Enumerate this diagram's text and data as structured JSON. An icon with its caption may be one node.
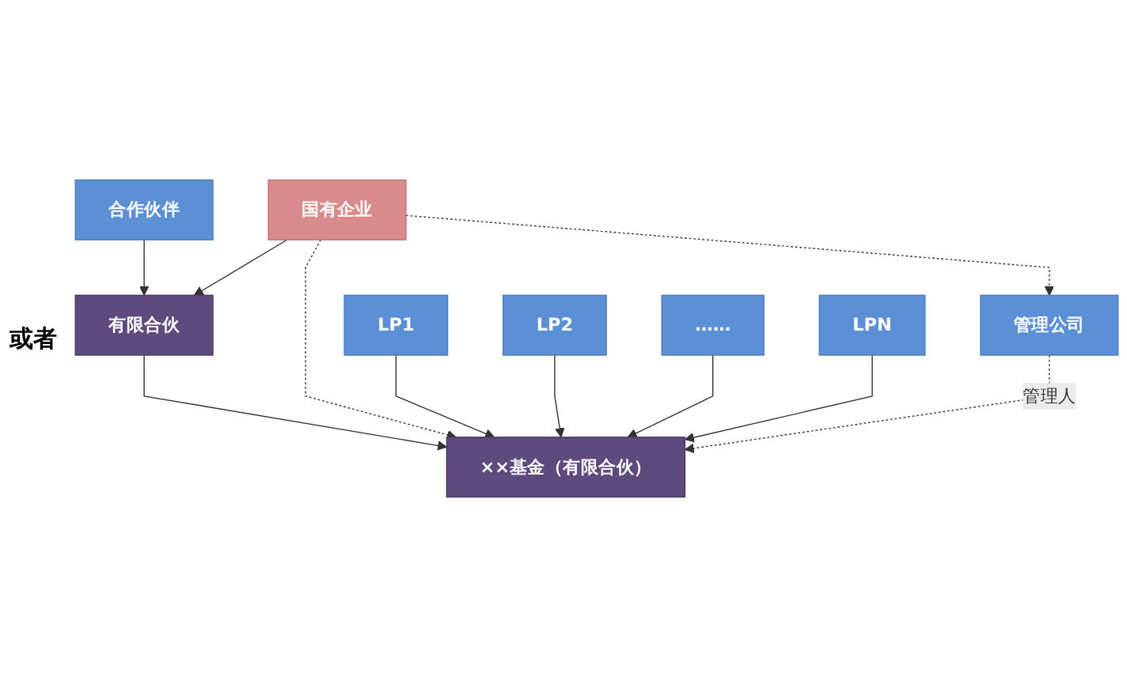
{
  "diagram": {
    "nodes": [
      {
        "text": [
          "国有企业"
        ]
      },
      {
        "text": [
          "合作伙伴"
        ]
      },
      {
        "text": [
          "有限合伙"
        ]
      },
      {
        "text": [
          "LP1"
        ]
      },
      {
        "text": [
          "LP2"
        ]
      },
      {
        "text": [
          "……"
        ]
      },
      {
        "text": [
          "LPN"
        ]
      },
      {
        "text": [
          "管理公司"
        ]
      },
      {
        "text": [
          "××基金（有限合伙）"
        ]
      }
    ],
    "edges": [
      {
        "from": 0,
        "to": 2,
        "arrow": "to"
      },
      {
        "from": 1,
        "to": 2,
        "arrow": "to"
      },
      {
        "from": 2,
        "to": 8,
        "arrow": "to"
      },
      {
        "from": 3,
        "to": 8,
        "arrow": "to"
      },
      {
        "from": 4,
        "to": 8,
        "arrow": "to"
      },
      {
        "from": 5,
        "to": 8,
        "arrow": "to"
      },
      {
        "from": 6,
        "to": 8,
        "arrow": "to"
      },
      {
        "from": 0,
        "to": 8,
        "arrow": "to",
        "style": "dashed"
      },
      {
        "from": 0,
        "to": 7,
        "arrow": "to",
        "style": "dashed"
      },
      {
        "from": 7,
        "to": 8,
        "arrow": "to",
        "style": "dashed",
        "label": "管理人"
      }
    ],
    "labels": [
      "或者"
    ]
  }
}
